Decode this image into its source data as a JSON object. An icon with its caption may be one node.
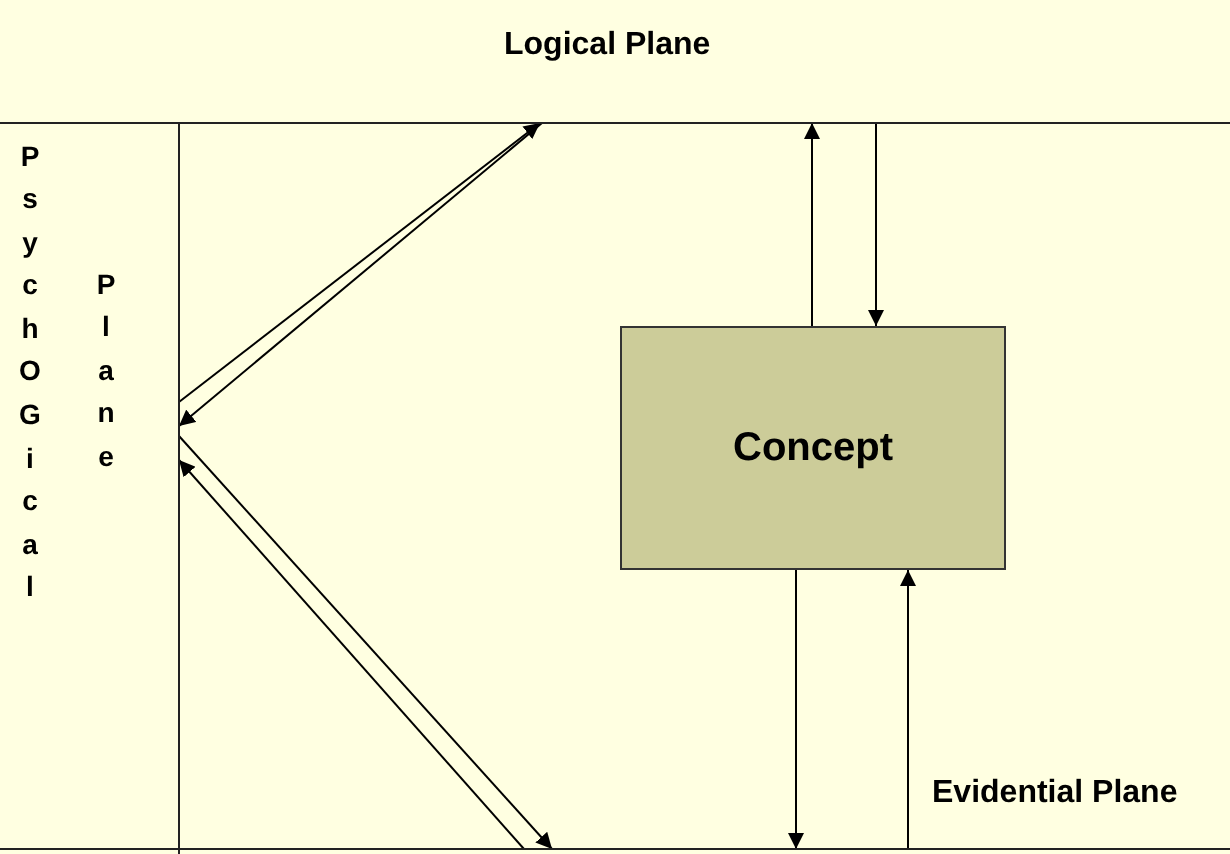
{
  "diagram": {
    "nodes": [
      {
        "text": [
          "Logical Plane"
        ]
      },
      {
        "text": [
          "PsychOGical",
          "Plane"
        ]
      },
      {
        "text": [
          "Concept"
        ]
      },
      {
        "text": [
          "Evidential Plane"
        ]
      }
    ],
    "edges": [
      {
        "from": 1,
        "to": 0,
        "arrow": "to"
      },
      {
        "from": 0,
        "to": 1,
        "arrow": "to"
      },
      {
        "from": 1,
        "to": 3,
        "arrow": "to"
      },
      {
        "from": 3,
        "to": 1,
        "arrow": "to"
      },
      {
        "from": 2,
        "to": 0,
        "arrow": "to"
      },
      {
        "from": 0,
        "to": 2,
        "arrow": "to"
      },
      {
        "from": 2,
        "to": 3,
        "arrow": "to"
      },
      {
        "from": 3,
        "to": 2,
        "arrow": "to"
      }
    ]
  }
}
